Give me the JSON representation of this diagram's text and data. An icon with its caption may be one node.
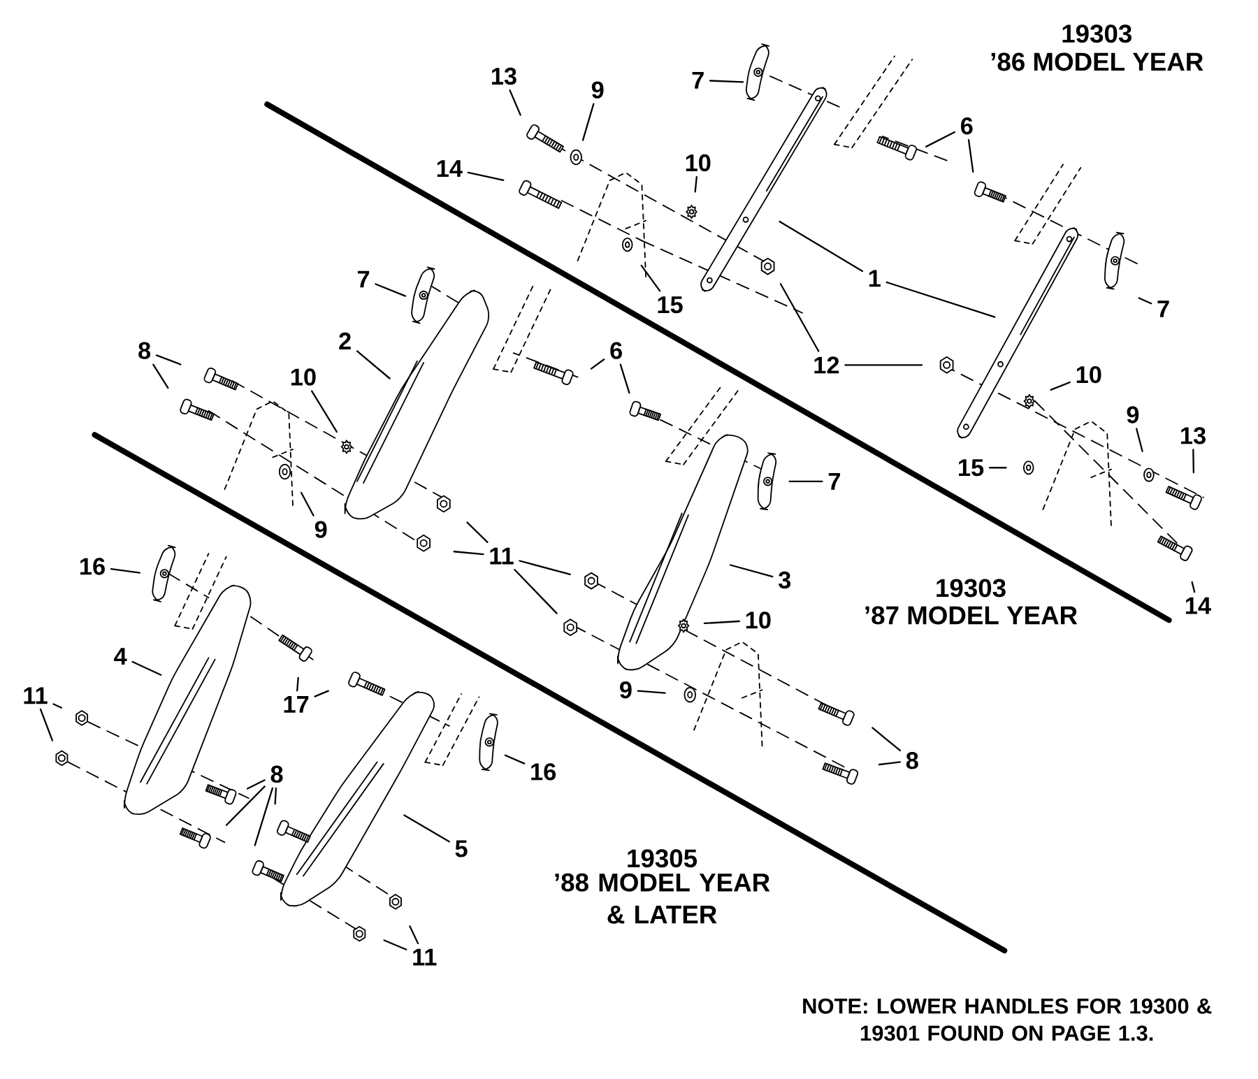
{
  "diagram": {
    "nodes": [
      {
        "text": [
          "13"
        ]
      },
      {
        "text": [
          "9"
        ]
      },
      {
        "text": [
          "7"
        ]
      },
      {
        "text": [
          "14"
        ]
      },
      {
        "text": [
          "10"
        ]
      },
      {
        "text": [
          "6"
        ]
      },
      {
        "text": [
          "15"
        ]
      },
      {
        "text": [
          "1"
        ]
      },
      {
        "text": [
          "7"
        ]
      },
      {
        "text": [
          "12"
        ]
      },
      {
        "text": [
          "10"
        ]
      },
      {
        "text": [
          "9"
        ]
      },
      {
        "text": [
          "13"
        ]
      },
      {
        "text": [
          "15"
        ]
      },
      {
        "text": [
          "14"
        ]
      },
      {
        "text": [
          "7"
        ]
      },
      {
        "text": [
          "2"
        ]
      },
      {
        "text": [
          "8"
        ]
      },
      {
        "text": [
          "10"
        ]
      },
      {
        "text": [
          "6"
        ]
      },
      {
        "text": [
          "9"
        ]
      },
      {
        "text": [
          "11"
        ]
      },
      {
        "text": [
          "7"
        ]
      },
      {
        "text": [
          "3"
        ]
      },
      {
        "text": [
          "10"
        ]
      },
      {
        "text": [
          "9"
        ]
      },
      {
        "text": [
          "8"
        ]
      },
      {
        "text": [
          "16"
        ]
      },
      {
        "text": [
          "4"
        ]
      },
      {
        "text": [
          "17"
        ]
      },
      {
        "text": [
          "11"
        ]
      },
      {
        "text": [
          "8"
        ]
      },
      {
        "text": [
          "5"
        ]
      },
      {
        "text": [
          "16"
        ]
      },
      {
        "text": [
          "11"
        ]
      }
    ],
    "edges": [
      {
        "from": 0,
        "to": null,
        "arrow": "none"
      },
      {
        "from": 1,
        "to": null,
        "arrow": "none"
      },
      {
        "from": 2,
        "to": null,
        "arrow": "none"
      },
      {
        "from": 3,
        "to": null,
        "arrow": "none"
      },
      {
        "from": 4,
        "to": null,
        "arrow": "none"
      },
      {
        "from": 5,
        "to": null,
        "arrow": "none"
      },
      {
        "from": 5,
        "to": null,
        "arrow": "none"
      },
      {
        "from": 6,
        "to": null,
        "arrow": "none"
      },
      {
        "from": 7,
        "to": null,
        "arrow": "none"
      },
      {
        "from": 7,
        "to": null,
        "arrow": "none"
      },
      {
        "from": 8,
        "to": null,
        "arrow": "none"
      },
      {
        "from": 9,
        "to": null,
        "arrow": "none"
      },
      {
        "from": 9,
        "to": null,
        "arrow": "none"
      },
      {
        "from": 10,
        "to": null,
        "arrow": "none"
      },
      {
        "from": 11,
        "to": null,
        "arrow": "none"
      },
      {
        "from": 12,
        "to": null,
        "arrow": "none"
      },
      {
        "from": 13,
        "to": null,
        "arrow": "none"
      },
      {
        "from": 14,
        "to": null,
        "arrow": "none"
      },
      {
        "from": 15,
        "to": null,
        "arrow": "none"
      },
      {
        "from": 16,
        "to": null,
        "arrow": "none"
      },
      {
        "from": 17,
        "to": null,
        "arrow": "none"
      },
      {
        "from": 17,
        "to": null,
        "arrow": "none"
      },
      {
        "from": 18,
        "to": null,
        "arrow": "none"
      },
      {
        "from": 19,
        "to": null,
        "arrow": "none"
      },
      {
        "from": 19,
        "to": null,
        "arrow": "none"
      },
      {
        "from": 20,
        "to": null,
        "arrow": "none"
      },
      {
        "from": 21,
        "to": null,
        "arrow": "none"
      },
      {
        "from": 21,
        "to": null,
        "arrow": "none"
      },
      {
        "from": 21,
        "to": null,
        "arrow": "none"
      },
      {
        "from": 21,
        "to": null,
        "arrow": "none"
      },
      {
        "from": 22,
        "to": null,
        "arrow": "none"
      },
      {
        "from": 23,
        "to": null,
        "arrow": "none"
      },
      {
        "from": 24,
        "to": null,
        "arrow": "none"
      },
      {
        "from": 25,
        "to": null,
        "arrow": "none"
      },
      {
        "from": 26,
        "to": null,
        "arrow": "none"
      },
      {
        "from": 26,
        "to": null,
        "arrow": "none"
      },
      {
        "from": 27,
        "to": null,
        "arrow": "none"
      },
      {
        "from": 28,
        "to": null,
        "arrow": "none"
      },
      {
        "from": 29,
        "to": null,
        "arrow": "none"
      },
      {
        "from": 29,
        "to": null,
        "arrow": "none"
      },
      {
        "from": 30,
        "to": null,
        "arrow": "none"
      },
      {
        "from": 30,
        "to": null,
        "arrow": "none"
      },
      {
        "from": 31,
        "to": null,
        "arrow": "none"
      },
      {
        "from": 31,
        "to": null,
        "arrow": "none"
      },
      {
        "from": 31,
        "to": null,
        "arrow": "none"
      },
      {
        "from": 31,
        "to": null,
        "arrow": "none"
      },
      {
        "from": 32,
        "to": null,
        "arrow": "none"
      },
      {
        "from": 33,
        "to": null,
        "arrow": "none"
      },
      {
        "from": 34,
        "to": null,
        "arrow": "none"
      },
      {
        "from": 34,
        "to": null,
        "arrow": "none"
      }
    ],
    "labels": [
      "19303",
      "’86 MODEL YEAR",
      "19303",
      "’87 MODEL YEAR",
      "19305",
      "’88 MODEL YEAR & LATER",
      "NOTE: LOWER HANDLES FOR 19300 & 19301 FOUND ON PAGE 1.3."
    ]
  }
}
